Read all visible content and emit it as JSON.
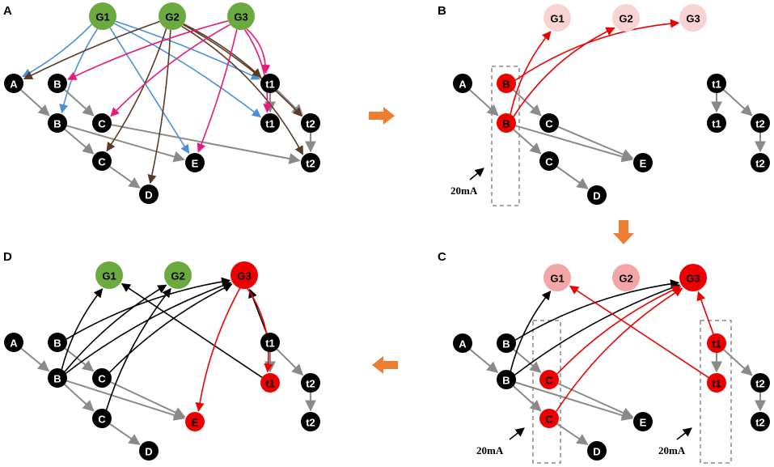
{
  "colors": {
    "green": "#6aaa3e",
    "red": "#ee0000",
    "black": "#000000",
    "pink_light": "#f9d3d4",
    "pink": "#f4a5a6",
    "blue_edge": "#4a90d9",
    "brown_edge": "#5c3a24",
    "magenta_edge": "#e8197a",
    "gray_edge": "#8a8a8a",
    "orange_arrow": "#ed7d31",
    "dash_box": "#888888"
  },
  "panels": {
    "A": {
      "letter": "A",
      "nodes": [
        {
          "id": "G1",
          "label": "G1",
          "style": "green"
        },
        {
          "id": "G2",
          "label": "G2",
          "style": "green"
        },
        {
          "id": "G3",
          "label": "G3",
          "style": "green"
        },
        {
          "id": "A",
          "label": "A",
          "style": "black"
        },
        {
          "id": "B1",
          "label": "B",
          "style": "black"
        },
        {
          "id": "B2",
          "label": "B",
          "style": "black"
        },
        {
          "id": "C1",
          "label": "C",
          "style": "black"
        },
        {
          "id": "C2",
          "label": "C",
          "style": "black"
        },
        {
          "id": "D",
          "label": "D",
          "style": "black"
        },
        {
          "id": "E",
          "label": "E",
          "style": "black"
        },
        {
          "id": "t1a",
          "label": "t1",
          "style": "black"
        },
        {
          "id": "t1b",
          "label": "t1",
          "style": "black"
        },
        {
          "id": "t2a",
          "label": "t2",
          "style": "black"
        },
        {
          "id": "t2b",
          "label": "t2",
          "style": "black"
        }
      ],
      "edges": [
        {
          "from": "A",
          "to": "B2",
          "type": "gray"
        },
        {
          "from": "B1",
          "to": "C1",
          "type": "gray"
        },
        {
          "from": "B2",
          "to": "C2",
          "type": "gray"
        },
        {
          "from": "B2",
          "to": "E",
          "type": "gray"
        },
        {
          "from": "C1",
          "to": "t2b",
          "type": "gray"
        },
        {
          "from": "C2",
          "to": "D",
          "type": "gray"
        },
        {
          "from": "t1a",
          "to": "t1b",
          "type": "gray"
        },
        {
          "from": "t1a",
          "to": "t2a",
          "type": "gray"
        },
        {
          "from": "t2a",
          "to": "t2b",
          "type": "gray"
        },
        {
          "from": "G1",
          "to": "A",
          "type": "blue"
        },
        {
          "from": "G1",
          "to": "B2",
          "type": "blue"
        },
        {
          "from": "G1",
          "to": "E",
          "type": "blue"
        },
        {
          "from": "G1",
          "to": "t1a",
          "type": "blue"
        },
        {
          "from": "G1",
          "to": "t1b",
          "type": "blue"
        },
        {
          "from": "G2",
          "to": "A",
          "type": "brown"
        },
        {
          "from": "G2",
          "to": "C2",
          "type": "brown"
        },
        {
          "from": "G2",
          "to": "D",
          "type": "brown"
        },
        {
          "from": "G2",
          "to": "t1a",
          "type": "brown"
        },
        {
          "from": "G2",
          "to": "t2a",
          "type": "brown"
        },
        {
          "from": "G2",
          "to": "t2b",
          "type": "brown"
        },
        {
          "from": "G3",
          "to": "B1",
          "type": "magenta"
        },
        {
          "from": "G3",
          "to": "C1",
          "type": "magenta"
        },
        {
          "from": "G3",
          "to": "E",
          "type": "magenta"
        },
        {
          "from": "G3",
          "to": "t1a",
          "type": "magenta"
        },
        {
          "from": "G3",
          "to": "t1b",
          "type": "magenta"
        }
      ]
    },
    "B": {
      "letter": "B",
      "annotation": "20mA",
      "nodes": [
        {
          "id": "G1",
          "label": "G1",
          "style": "pink_light"
        },
        {
          "id": "G2",
          "label": "G2",
          "style": "pink_light"
        },
        {
          "id": "G3",
          "label": "G3",
          "style": "pink_light"
        },
        {
          "id": "A",
          "label": "A",
          "style": "black"
        },
        {
          "id": "B1",
          "label": "B",
          "style": "red"
        },
        {
          "id": "B2",
          "label": "B",
          "style": "red"
        },
        {
          "id": "C1",
          "label": "C",
          "style": "black"
        },
        {
          "id": "C2",
          "label": "C",
          "style": "black"
        },
        {
          "id": "D",
          "label": "D",
          "style": "black"
        },
        {
          "id": "E",
          "label": "E",
          "style": "black"
        },
        {
          "id": "t1a",
          "label": "t1",
          "style": "black"
        },
        {
          "id": "t1b",
          "label": "t1",
          "style": "black"
        },
        {
          "id": "t2a",
          "label": "t2",
          "style": "black"
        },
        {
          "id": "t2b",
          "label": "t2",
          "style": "black"
        }
      ],
      "edges": [
        {
          "from": "A",
          "to": "B2",
          "type": "gray"
        },
        {
          "from": "B1",
          "to": "C1",
          "type": "gray"
        },
        {
          "from": "B2",
          "to": "C2",
          "type": "gray"
        },
        {
          "from": "B2",
          "to": "E",
          "type": "gray"
        },
        {
          "from": "C1",
          "to": "E",
          "type": "gray"
        },
        {
          "from": "C2",
          "to": "D",
          "type": "gray"
        },
        {
          "from": "t1a",
          "to": "t1b",
          "type": "gray"
        },
        {
          "from": "t1a",
          "to": "t2a",
          "type": "gray"
        },
        {
          "from": "t2a",
          "to": "t2b",
          "type": "gray"
        },
        {
          "from": "B2",
          "to": "G1",
          "type": "red"
        },
        {
          "from": "B2",
          "to": "G2",
          "type": "red"
        },
        {
          "from": "B1",
          "to": "G3",
          "type": "red"
        }
      ]
    },
    "C": {
      "letter": "C",
      "annotation": "20mA",
      "nodes": [
        {
          "id": "G1",
          "label": "G1",
          "style": "pink"
        },
        {
          "id": "G2",
          "label": "G2",
          "style": "pink"
        },
        {
          "id": "G3",
          "label": "G3",
          "style": "red"
        },
        {
          "id": "A",
          "label": "A",
          "style": "black"
        },
        {
          "id": "B1",
          "label": "B",
          "style": "black"
        },
        {
          "id": "B2",
          "label": "B",
          "style": "black"
        },
        {
          "id": "C1",
          "label": "C",
          "style": "red"
        },
        {
          "id": "C2",
          "label": "C",
          "style": "red"
        },
        {
          "id": "D",
          "label": "D",
          "style": "black"
        },
        {
          "id": "E",
          "label": "E",
          "style": "black"
        },
        {
          "id": "t1a",
          "label": "t1",
          "style": "red"
        },
        {
          "id": "t1b",
          "label": "t1",
          "style": "red"
        },
        {
          "id": "t2a",
          "label": "t2",
          "style": "black"
        },
        {
          "id": "t2b",
          "label": "t2",
          "style": "black"
        }
      ],
      "edges": [
        {
          "from": "A",
          "to": "B2",
          "type": "gray"
        },
        {
          "from": "B1",
          "to": "C1",
          "type": "gray"
        },
        {
          "from": "B2",
          "to": "C2",
          "type": "gray"
        },
        {
          "from": "B2",
          "to": "E",
          "type": "gray"
        },
        {
          "from": "C1",
          "to": "E",
          "type": "gray"
        },
        {
          "from": "C2",
          "to": "D",
          "type": "gray"
        },
        {
          "from": "t1a",
          "to": "t1b",
          "type": "gray"
        },
        {
          "from": "t1a",
          "to": "t2a",
          "type": "gray"
        },
        {
          "from": "t2a",
          "to": "t2b",
          "type": "gray"
        },
        {
          "from": "B2",
          "to": "G1",
          "type": "black"
        },
        {
          "from": "B2",
          "to": "G3",
          "type": "black"
        },
        {
          "from": "B1",
          "to": "G3",
          "type": "black"
        },
        {
          "from": "C1",
          "to": "G3",
          "type": "red"
        },
        {
          "from": "C2",
          "to": "G3",
          "type": "red"
        },
        {
          "from": "t1a",
          "to": "G3",
          "type": "red"
        },
        {
          "from": "t1b",
          "to": "G1",
          "type": "red"
        }
      ]
    },
    "D": {
      "letter": "D",
      "nodes": [
        {
          "id": "G1",
          "label": "G1",
          "style": "green"
        },
        {
          "id": "G2",
          "label": "G2",
          "style": "green"
        },
        {
          "id": "G3",
          "label": "G3",
          "style": "red"
        },
        {
          "id": "A",
          "label": "A",
          "style": "black"
        },
        {
          "id": "B1",
          "label": "B",
          "style": "black"
        },
        {
          "id": "B2",
          "label": "B",
          "style": "black"
        },
        {
          "id": "C1",
          "label": "C",
          "style": "black"
        },
        {
          "id": "C2",
          "label": "C",
          "style": "black"
        },
        {
          "id": "D",
          "label": "D",
          "style": "black"
        },
        {
          "id": "E",
          "label": "E",
          "style": "red"
        },
        {
          "id": "t1a",
          "label": "t1",
          "style": "black"
        },
        {
          "id": "t1b",
          "label": "t1",
          "style": "red"
        },
        {
          "id": "t2a",
          "label": "t2",
          "style": "black"
        },
        {
          "id": "t2b",
          "label": "t2",
          "style": "black"
        }
      ],
      "edges": [
        {
          "from": "A",
          "to": "B2",
          "type": "gray"
        },
        {
          "from": "B1",
          "to": "C1",
          "type": "gray"
        },
        {
          "from": "B2",
          "to": "C2",
          "type": "gray"
        },
        {
          "from": "B2",
          "to": "E",
          "type": "gray"
        },
        {
          "from": "C1",
          "to": "E",
          "type": "gray"
        },
        {
          "from": "C2",
          "to": "D",
          "type": "gray"
        },
        {
          "from": "t1a",
          "to": "t1b",
          "type": "gray"
        },
        {
          "from": "t1a",
          "to": "t2a",
          "type": "gray"
        },
        {
          "from": "t2a",
          "to": "t2b",
          "type": "gray"
        },
        {
          "from": "B2",
          "to": "G1",
          "type": "black"
        },
        {
          "from": "B2",
          "to": "G2",
          "type": "black"
        },
        {
          "from": "B2",
          "to": "G3",
          "type": "black"
        },
        {
          "from": "B1",
          "to": "G3",
          "type": "black"
        },
        {
          "from": "C1",
          "to": "G3",
          "type": "black"
        },
        {
          "from": "C2",
          "to": "G2",
          "type": "black"
        },
        {
          "from": "t1b",
          "to": "G1",
          "type": "black"
        },
        {
          "from": "t1a",
          "to": "G3",
          "type": "black"
        },
        {
          "from": "G3",
          "to": "E",
          "type": "red"
        },
        {
          "from": "G3",
          "to": "t1b",
          "type": "red"
        }
      ]
    }
  }
}
